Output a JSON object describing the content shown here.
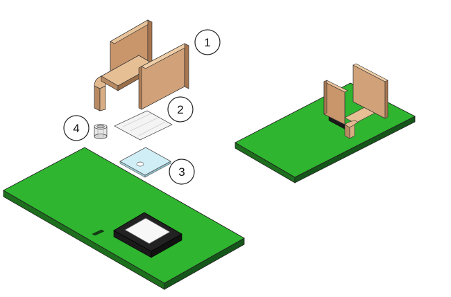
{
  "callouts": [
    {
      "number": "1"
    },
    {
      "number": "2"
    },
    {
      "number": "3"
    },
    {
      "number": "4"
    }
  ],
  "colors": {
    "pcb_top": "#2fb52f",
    "pcb_side": "#1d6e1d",
    "copper_face": "#d1a27a",
    "copper_light": "#e6bf95",
    "copper_dark": "#9a6e49",
    "film": "#f4f4f4",
    "thermal_pad": "#cfeef5",
    "chip_body": "#222222",
    "chip_top": "#f7f7f7",
    "outline": "#222222"
  }
}
